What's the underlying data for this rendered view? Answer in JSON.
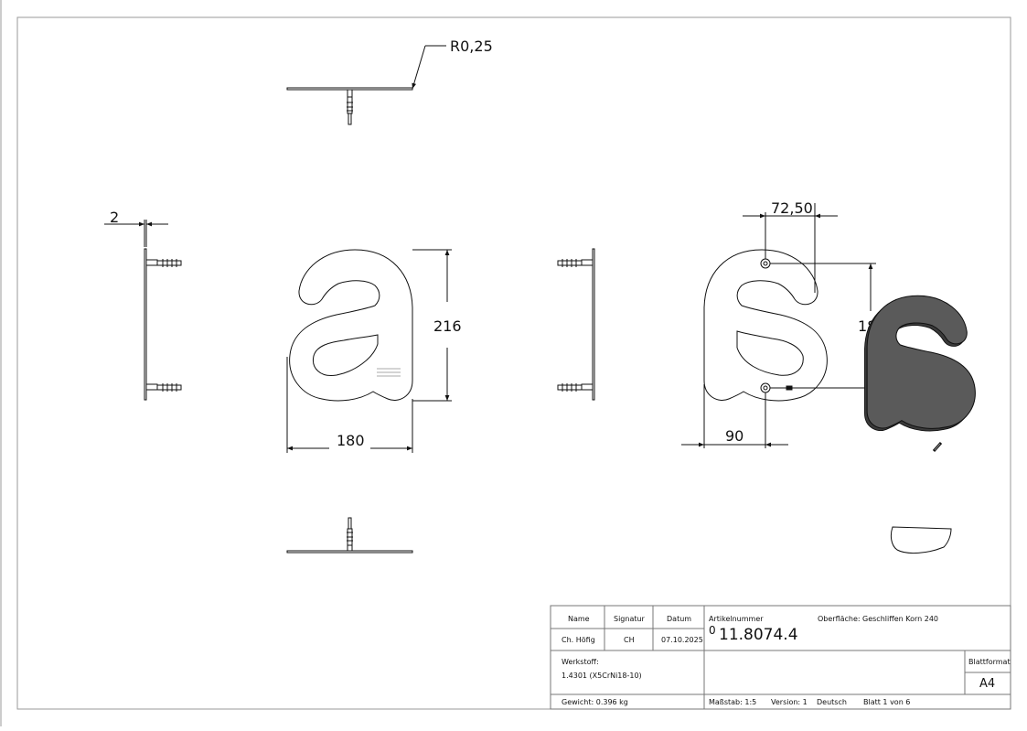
{
  "dimensions": {
    "radius": "R0,25",
    "thickness": "2",
    "front_height": "216",
    "front_width": "180",
    "rear_hole_spacing_x": "72,50",
    "rear_hole_spacing_y": "180",
    "rear_offset": "90"
  },
  "title_block": {
    "name_header": "Name",
    "signature_header": "Signatur",
    "date_header": "Datum",
    "name_value": "Ch. Höfig",
    "signature_value": "CH",
    "date_value": "07.10.2025",
    "article_label": "Artikelnummer",
    "article_prefix": "0",
    "article_number": "11.8074.4",
    "surface_label": "Oberfläche:",
    "surface_value": "Geschliffen Korn 240",
    "material_label": "Werkstoff:",
    "material_value": "1.4301 (X5CrNi18-10)",
    "format_label": "Blattformat",
    "format_value": "A4",
    "weight": "Gewicht: 0.396 kg",
    "scale": "Maßstab: 1:5",
    "version": "Version: 1",
    "language": "Deutsch",
    "sheet": "Blatt 1 von 6"
  },
  "colors": {
    "line": "#111111",
    "frame": "#999999",
    "shade": "#5a5a5a"
  }
}
